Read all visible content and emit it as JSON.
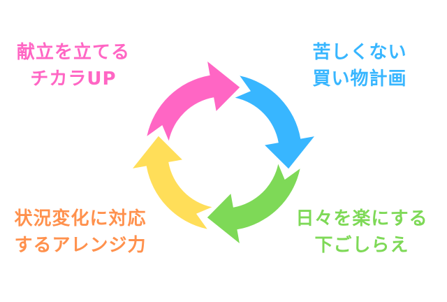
{
  "steps": [
    {
      "line1": "献立を立てる",
      "line2": "チカラUP",
      "color": "#FF66C4"
    },
    {
      "line1": "苦しくない",
      "line2": "買い物計画",
      "color": "#38B6FF"
    },
    {
      "line1": "日々を楽にする",
      "line2": "下ごしらえ",
      "color": "#7ED957"
    },
    {
      "line1": "状況変化に対応",
      "line2": "するアレンジ力",
      "color": "#FFDE59",
      "text_color": "#FF914D"
    }
  ]
}
